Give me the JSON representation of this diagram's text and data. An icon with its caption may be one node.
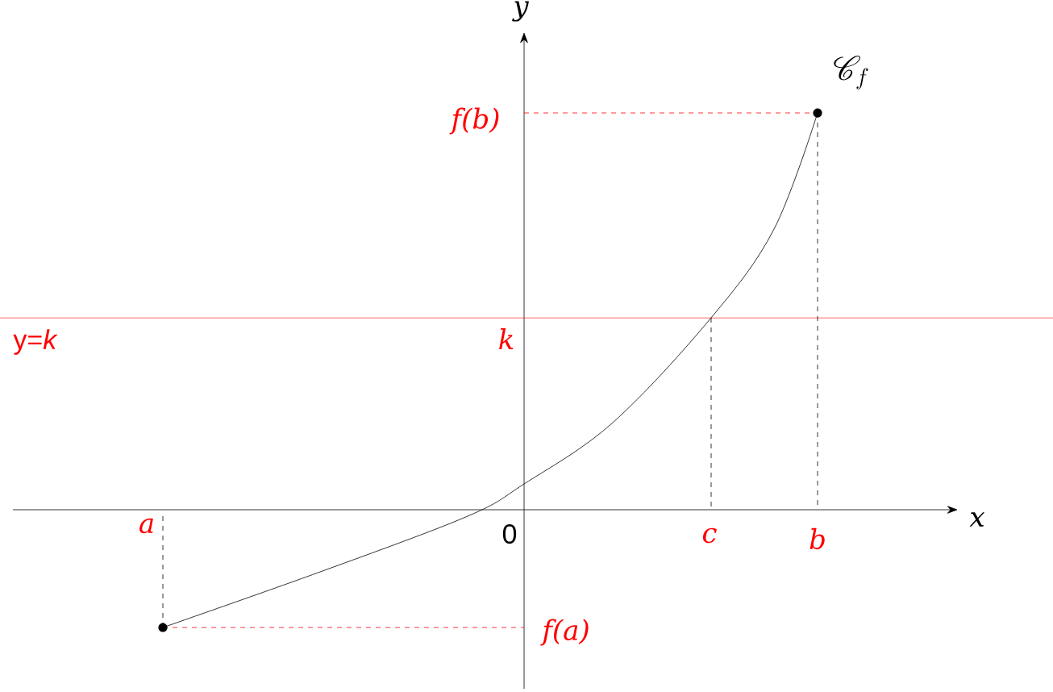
{
  "diagram": {
    "labels": [
      "y",
      "f(b)",
      "\\mathscr{C}_f",
      "y=*k*",
      "k",
      "a",
      "0",
      "c",
      "b",
      "x",
      "f(a)"
    ]
  }
}
